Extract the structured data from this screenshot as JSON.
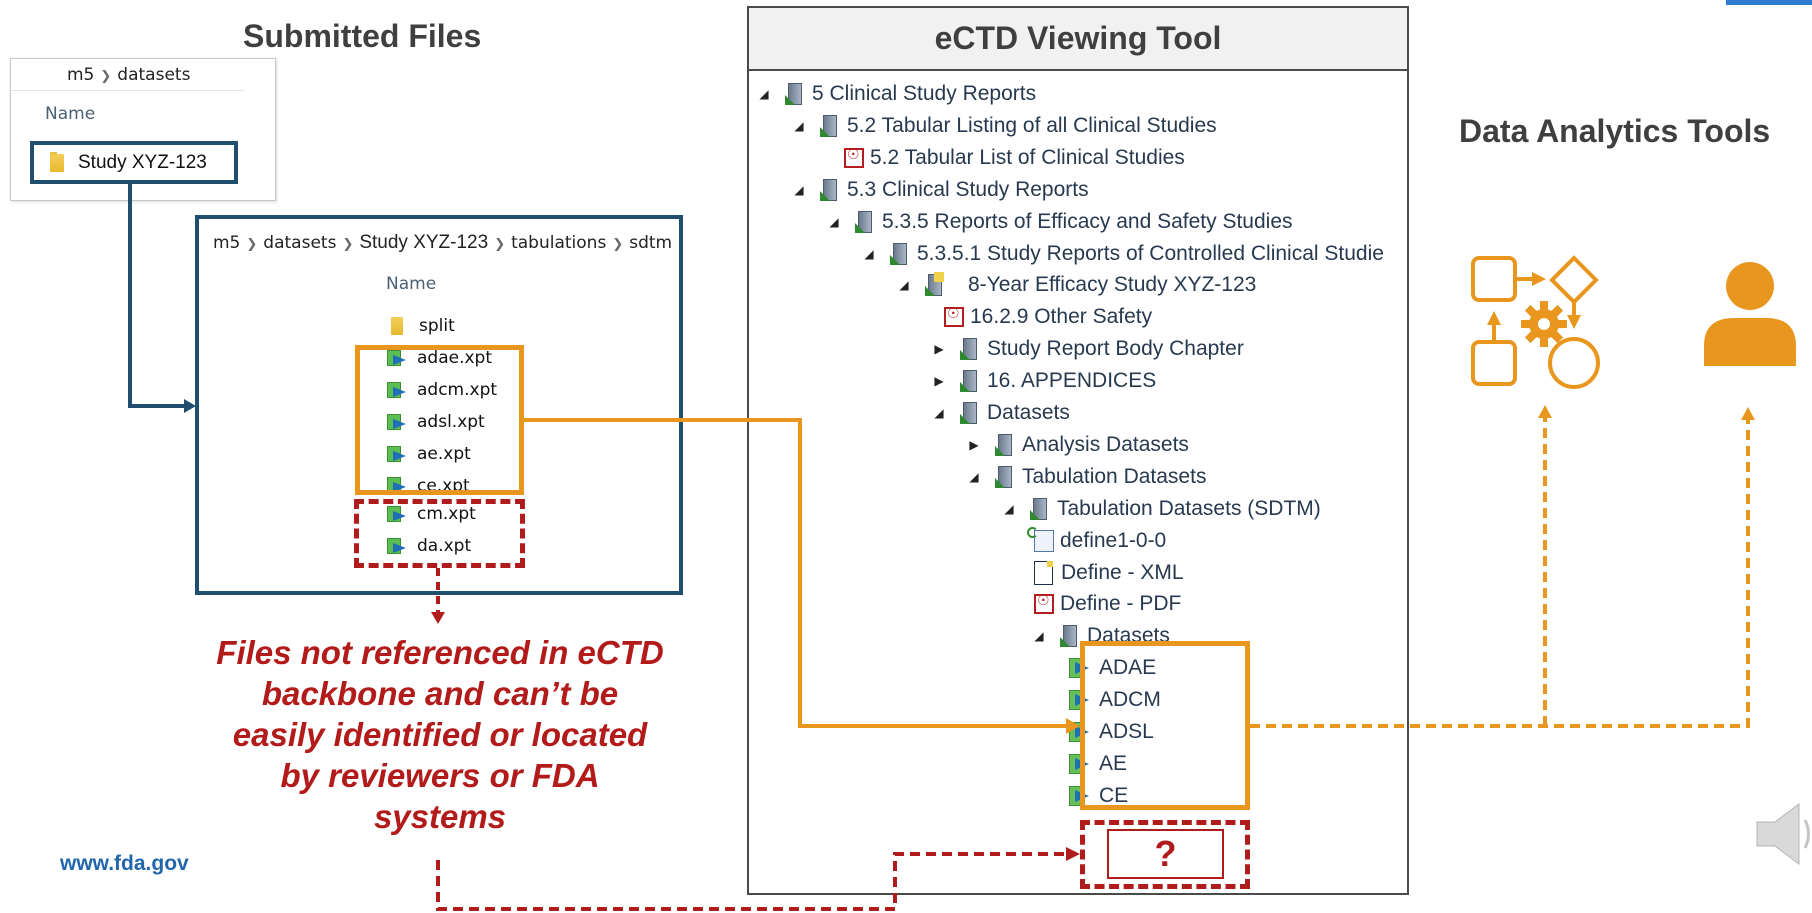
{
  "left_title": "Submitted Files",
  "explorer1": {
    "breadcrumb": [
      "m5",
      "datasets"
    ],
    "column_header": "Name",
    "selected_folder": "Study XYZ-123"
  },
  "explorer2": {
    "breadcrumb": [
      "m5",
      "datasets",
      "Study XYZ-123",
      "tabulations",
      "sdtm"
    ],
    "column_header": "Name",
    "folder": "split",
    "files": [
      "adae.xpt",
      "adcm.xpt",
      "adsl.xpt",
      "ae.xpt",
      "ce.xpt",
      "cm.xpt",
      "da.xpt"
    ]
  },
  "red_note": [
    "Files not referenced in eCTD",
    "backbone and can’t be",
    "easily identified or located",
    "by reviewers or FDA",
    "systems"
  ],
  "footer_url": "www.fda.gov",
  "ectd": {
    "title": "eCTD Viewing Tool",
    "tree": [
      {
        "label": "5 Clinical Study Reports",
        "toggle": "◢",
        "icon": "doc"
      },
      {
        "label": "5.2 Tabular Listing of all Clinical Studies",
        "toggle": "◢",
        "icon": "doc"
      },
      {
        "label": "5.2 Tabular List of Clinical Studies",
        "toggle": "",
        "icon": "pdf"
      },
      {
        "label": "5.3 Clinical Study Reports",
        "toggle": "◢",
        "icon": "doc"
      },
      {
        "label": "5.3.5 Reports of Efficacy and Safety Studies",
        "toggle": "◢",
        "icon": "doc"
      },
      {
        "label": "5.3.5.1 Study Reports of Controlled Clinical Studie",
        "toggle": "◢",
        "icon": "doc"
      },
      {
        "label": "8-Year Efficacy Study XYZ-123",
        "toggle": "◢",
        "icon": "study"
      },
      {
        "label": "16.2.9 Other Safety",
        "toggle": "",
        "icon": "pdf"
      },
      {
        "label": "Study Report Body Chapter",
        "toggle": "▶",
        "icon": "doc"
      },
      {
        "label": "16. APPENDICES",
        "toggle": "▶",
        "icon": "doc"
      },
      {
        "label": "Datasets",
        "toggle": "◢",
        "icon": "doc"
      },
      {
        "label": "Analysis Datasets",
        "toggle": "▶",
        "icon": "doc"
      },
      {
        "label": "Tabulation Datasets",
        "toggle": "◢",
        "icon": "doc"
      },
      {
        "label": "Tabulation Datasets (SDTM)",
        "toggle": "◢",
        "icon": "doc"
      },
      {
        "label": "define1-0-0",
        "toggle": "",
        "icon": "xml"
      },
      {
        "label": "Define - XML",
        "toggle": "",
        "icon": "page"
      },
      {
        "label": "Define - PDF",
        "toggle": "",
        "icon": "pdf"
      },
      {
        "label": "Datasets",
        "toggle": "◢",
        "icon": "doc"
      },
      {
        "label": "ADAE",
        "toggle": "",
        "icon": "sas"
      },
      {
        "label": "ADCM",
        "toggle": "",
        "icon": "sas"
      },
      {
        "label": "ADSL",
        "toggle": "",
        "icon": "sas"
      },
      {
        "label": "AE",
        "toggle": "",
        "icon": "sas"
      },
      {
        "label": "CE",
        "toggle": "",
        "icon": "sas"
      }
    ],
    "missing_marker": "?"
  },
  "right_title": "Data Analytics Tools",
  "colors": {
    "navy": "#1f4e6e",
    "orange": "#e8961e",
    "red": "#b01c1c",
    "fda_blue": "#2166ad"
  }
}
